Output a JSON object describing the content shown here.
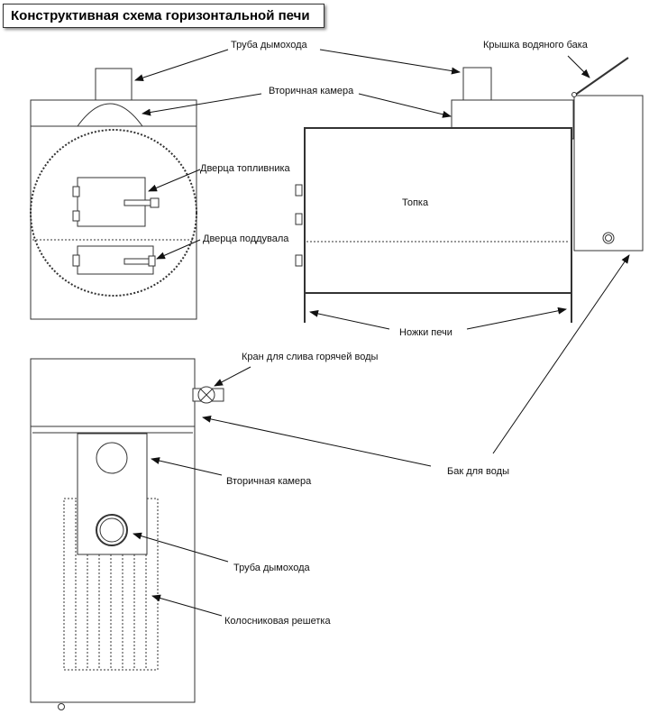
{
  "title": "Конструктивная схема горизонтальной печи",
  "labels": {
    "chimney_top": "Труба дымохода",
    "water_tank_lid": "Крышка водяного бака",
    "secondary_chamber_top": "Вторичная камера",
    "firebox_door": "Дверца топливника",
    "ash_door": "Дверца поддувала",
    "firebox": "Топка",
    "legs": "Ножки печи",
    "hot_water_tap": "Кран для слива горячей воды",
    "water_tank": "Бак для воды",
    "secondary_chamber_bottom": "Вторичная камера",
    "chimney_bottom": "Труба дымохода",
    "grate": "Колосниковая решетка"
  }
}
